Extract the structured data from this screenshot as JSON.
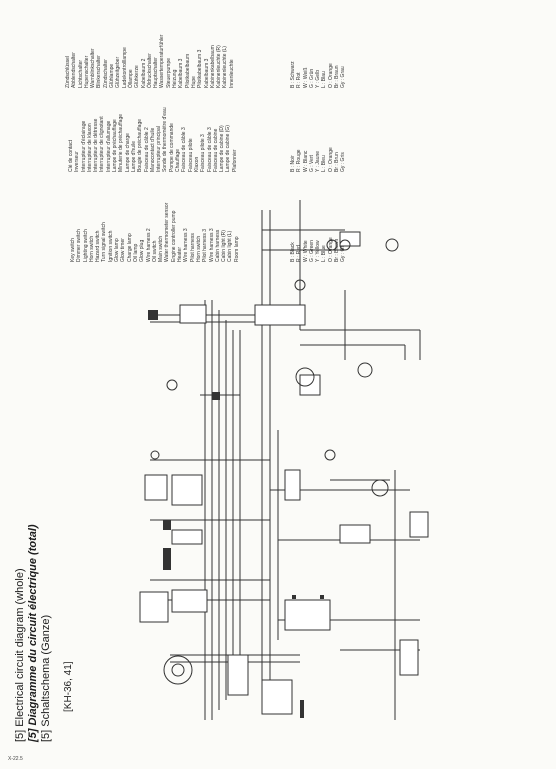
{
  "titles": {
    "en": "[5] Electrical circuit diagram (whole)",
    "fr": "[5] Diagramme du circuit électrique (total)",
    "de": "[5] Schaltschema (Ganze)"
  },
  "model": "[KH-36, 41]",
  "legend": {
    "en": [
      "Key switch",
      "Dimmer switch",
      "Lighting switch",
      "Horn switch",
      "Hazard switch",
      "Turn signal switch",
      "Ignition switch",
      "Glow lamp",
      "Glow timer",
      "Charge lamp",
      "Oil lamp",
      "Glow plug",
      "Wire harness 2",
      "Oil switch",
      "Main switch",
      "Water thermometer sensor",
      "Engine controller pump",
      "Heater",
      "Wire harness 3",
      "Pilot harness",
      "Horn switch",
      "Pilot harness 3",
      "Wire harness 3",
      "Cabin harness",
      "Cabin light (R)",
      "Cabin light (L)",
      "Room lamp"
    ],
    "fr": [
      "Clé de contact",
      "Inverseur",
      "Interrupteur d'éclairage",
      "Interrupteur de klaxon",
      "Interrupteur de détresse",
      "Interrupteur de clignotant",
      "Interrupteur d'allumage",
      "Lampe de préchauffage",
      "Minuterie de préchauffage",
      "Lampe de charge",
      "Lampe d'huile",
      "Bougie de préchauffage",
      "Faisceau de câble 2",
      "Manocontact d'huile",
      "Interrupteur principal",
      "Sonde de thermomètre d'eau",
      "Pompe de commande",
      "Chauffage",
      "Faisceau de câble 3",
      "Faisceau pilote",
      "Klaxon",
      "Faisceau pilote 3",
      "Faisceau de câble 3",
      "Faisceau de cabine",
      "Lampe de cabine (D)",
      "Lampe de cabine (G)",
      "Plafonnier"
    ],
    "de": [
      "Zündschlüssel",
      "Abblendschalter",
      "Lichtschalter",
      "Hupenschalter",
      "Warnblinkschalter",
      "Blinkerschalter",
      "Zündschalter",
      "Glühlampe",
      "Glühzeitgeber",
      "Ladekontrolllampe",
      "Öllampe",
      "Glühkerze",
      "Kabelbaum 2",
      "Öldruckschalter",
      "Hauptschalter",
      "Wassertemperaturfühler",
      "Steuerpumpe",
      "Heizung",
      "Kabelbaum 3",
      "Pilotkabelbaum",
      "Hupe",
      "Pilotkabelbaum 3",
      "Kabelbaum 3",
      "Kabinenkabelbaum",
      "Kabinenleuchte (R)",
      "Kabinenleuchte (L)",
      "Innenleuchte"
    ]
  },
  "colors_legend": {
    "en": [
      "B : Black",
      "R : Red",
      "W : White",
      "G : Green",
      "Y : Yellow",
      "L : Blue",
      "O : Orange",
      "Br : Brown",
      "Gy : Gray"
    ],
    "fr": [
      "B : Noir",
      "R : Rouge",
      "W : Blanc",
      "G : Vert",
      "Y : Jaune",
      "L : Bleu",
      "O : Orange",
      "Br : Brun",
      "Gy : Gris"
    ],
    "de": [
      "B : Schwarz",
      "R : Rot",
      "W : Weiß",
      "G : Grün",
      "Y : Gelb",
      "L : Blau",
      "O : Orange",
      "Br : Braun",
      "Gy : Grau"
    ]
  },
  "page_number": "X-22.5"
}
